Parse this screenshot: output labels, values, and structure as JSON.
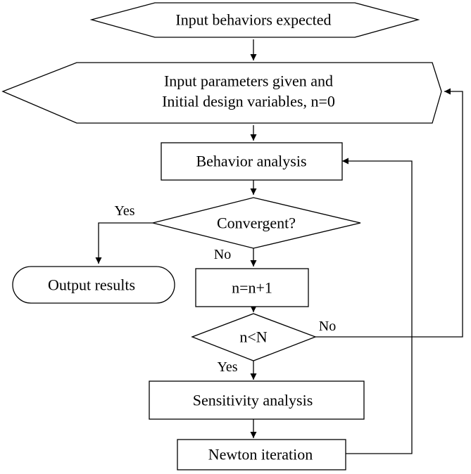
{
  "diagram": {
    "colors": {
      "stroke": "#000000",
      "background": "#ffffff",
      "text": "#000000"
    },
    "nodes": {
      "input_behaviors": {
        "label": "Input behaviors expected",
        "shape": "hexagon"
      },
      "input_parameters": {
        "line1": "Input parameters given and",
        "line2": "Initial design variables, n=0",
        "shape": "hexagon"
      },
      "behavior_analysis": {
        "label": "Behavior analysis",
        "shape": "rectangle"
      },
      "convergent": {
        "label": "Convergent?",
        "shape": "diamond"
      },
      "output_results": {
        "label": "Output results",
        "shape": "stadium"
      },
      "increment": {
        "label": "n=n+1",
        "shape": "rectangle"
      },
      "n_less_than_N": {
        "label": "n<N",
        "shape": "diamond"
      },
      "sensitivity_analysis": {
        "label": "Sensitivity analysis",
        "shape": "rectangle"
      },
      "newton_iteration": {
        "label": "Newton iteration",
        "shape": "rectangle"
      }
    },
    "edge_labels": {
      "convergent_yes": "Yes",
      "convergent_no": "No",
      "n_less_no": "No",
      "n_less_yes": "Yes"
    }
  }
}
